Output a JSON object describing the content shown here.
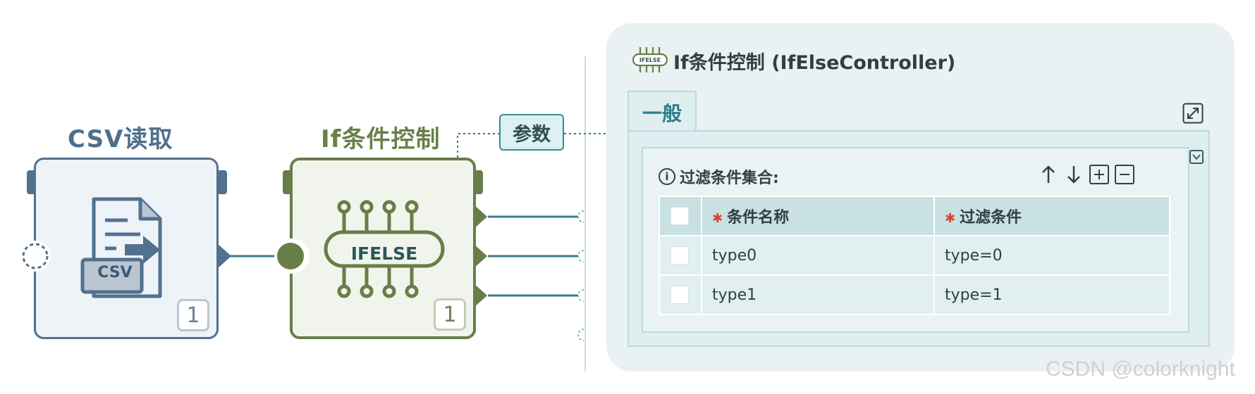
{
  "workflow": {
    "csv_node": {
      "title": "CSV读取",
      "icon_text": "CSV",
      "count": "1"
    },
    "ifelse_node": {
      "title": "If条件控制",
      "icon_text": "IFELSE",
      "count": "1"
    },
    "params_label": "参数"
  },
  "panel": {
    "logo_text": "IFELSE",
    "title": "If条件控制 (IfElseController)",
    "tab_label": "一般",
    "filter_group": {
      "label": "过滤条件集合:",
      "toolbar": [
        "up-arrow-icon",
        "down-arrow-icon",
        "add-icon",
        "remove-icon"
      ],
      "columns": [
        "条件名称",
        "过滤条件"
      ],
      "rows": [
        {
          "name": "type0",
          "condition": "type=0"
        },
        {
          "name": "type1",
          "condition": "type=1"
        }
      ]
    }
  },
  "watermark": "CSDN @colorknight",
  "colors": {
    "csv_node_border": "#51718f",
    "ifelse_node_border": "#687d48",
    "accent_teal": "#2d7f88",
    "required_marker": "#e0442a"
  }
}
